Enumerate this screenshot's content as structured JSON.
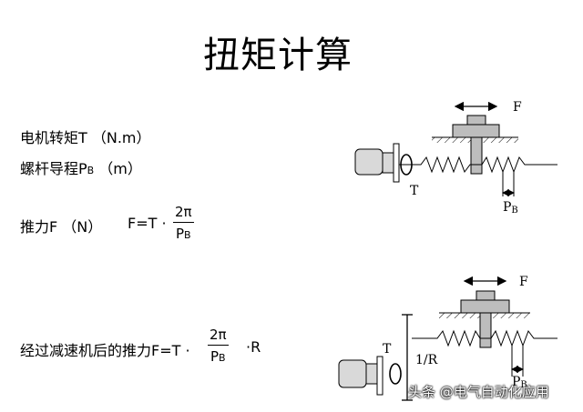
{
  "title": "扭矩计算",
  "lines": {
    "motor_torque": "电机转矩T （N.m）",
    "screw_lead_prefix": "螺杆导程P",
    "screw_lead_sub": "B",
    "screw_lead_suffix": " （m）",
    "thrust_label": "推力F （N）",
    "formula1_lhs": "F=T ·",
    "two_pi": "2π",
    "pb_main": "P",
    "pb_sub": "B",
    "reduced_prefix": "经过减速机后的推力F=T ·",
    "reduced_suffix": "·R"
  },
  "diagram_labels": {
    "force": "F",
    "torque": "T",
    "ratio": "1/R",
    "lead_main": "P",
    "lead_sub": "B"
  },
  "watermark": "头条 @电气自动化应用",
  "colors": {
    "part_fill": "#bdbdbd",
    "motor_fill": "#d9d9d9"
  }
}
